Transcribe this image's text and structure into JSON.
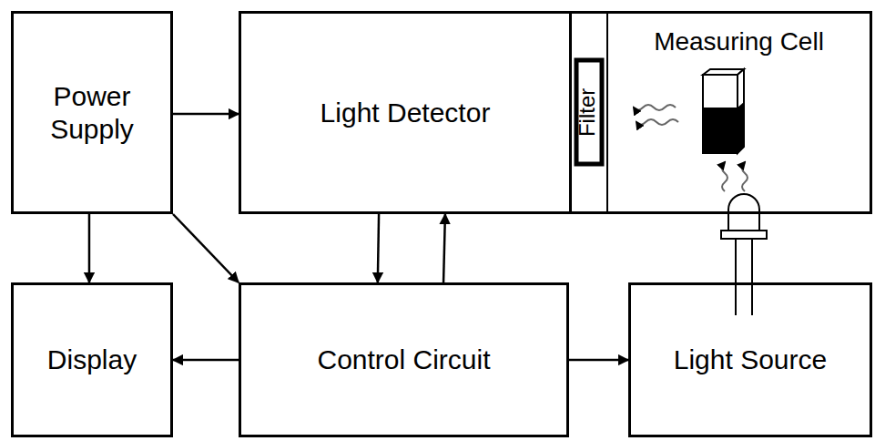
{
  "diagram": {
    "nodes": [
      {
        "text": [
          "Power Supply"
        ]
      },
      {
        "text": [
          "Light Detector"
        ]
      },
      {
        "text": [
          "Filter"
        ]
      },
      {
        "text": [
          "Measuring Cell"
        ]
      },
      {
        "text": [
          "Display"
        ]
      },
      {
        "text": [
          "Control Circuit"
        ]
      },
      {
        "text": [
          "Light Source"
        ]
      }
    ],
    "edges": [
      {
        "from": 0,
        "to": 1,
        "arrow": "to"
      },
      {
        "from": 0,
        "to": 4,
        "arrow": "to"
      },
      {
        "from": 0,
        "to": 5,
        "arrow": "to"
      },
      {
        "from": 1,
        "to": 5,
        "arrow": "to"
      },
      {
        "from": 5,
        "to": 1,
        "arrow": "to"
      },
      {
        "from": 5,
        "to": 4,
        "arrow": "to"
      },
      {
        "from": 5,
        "to": 6,
        "arrow": "to"
      }
    ]
  }
}
